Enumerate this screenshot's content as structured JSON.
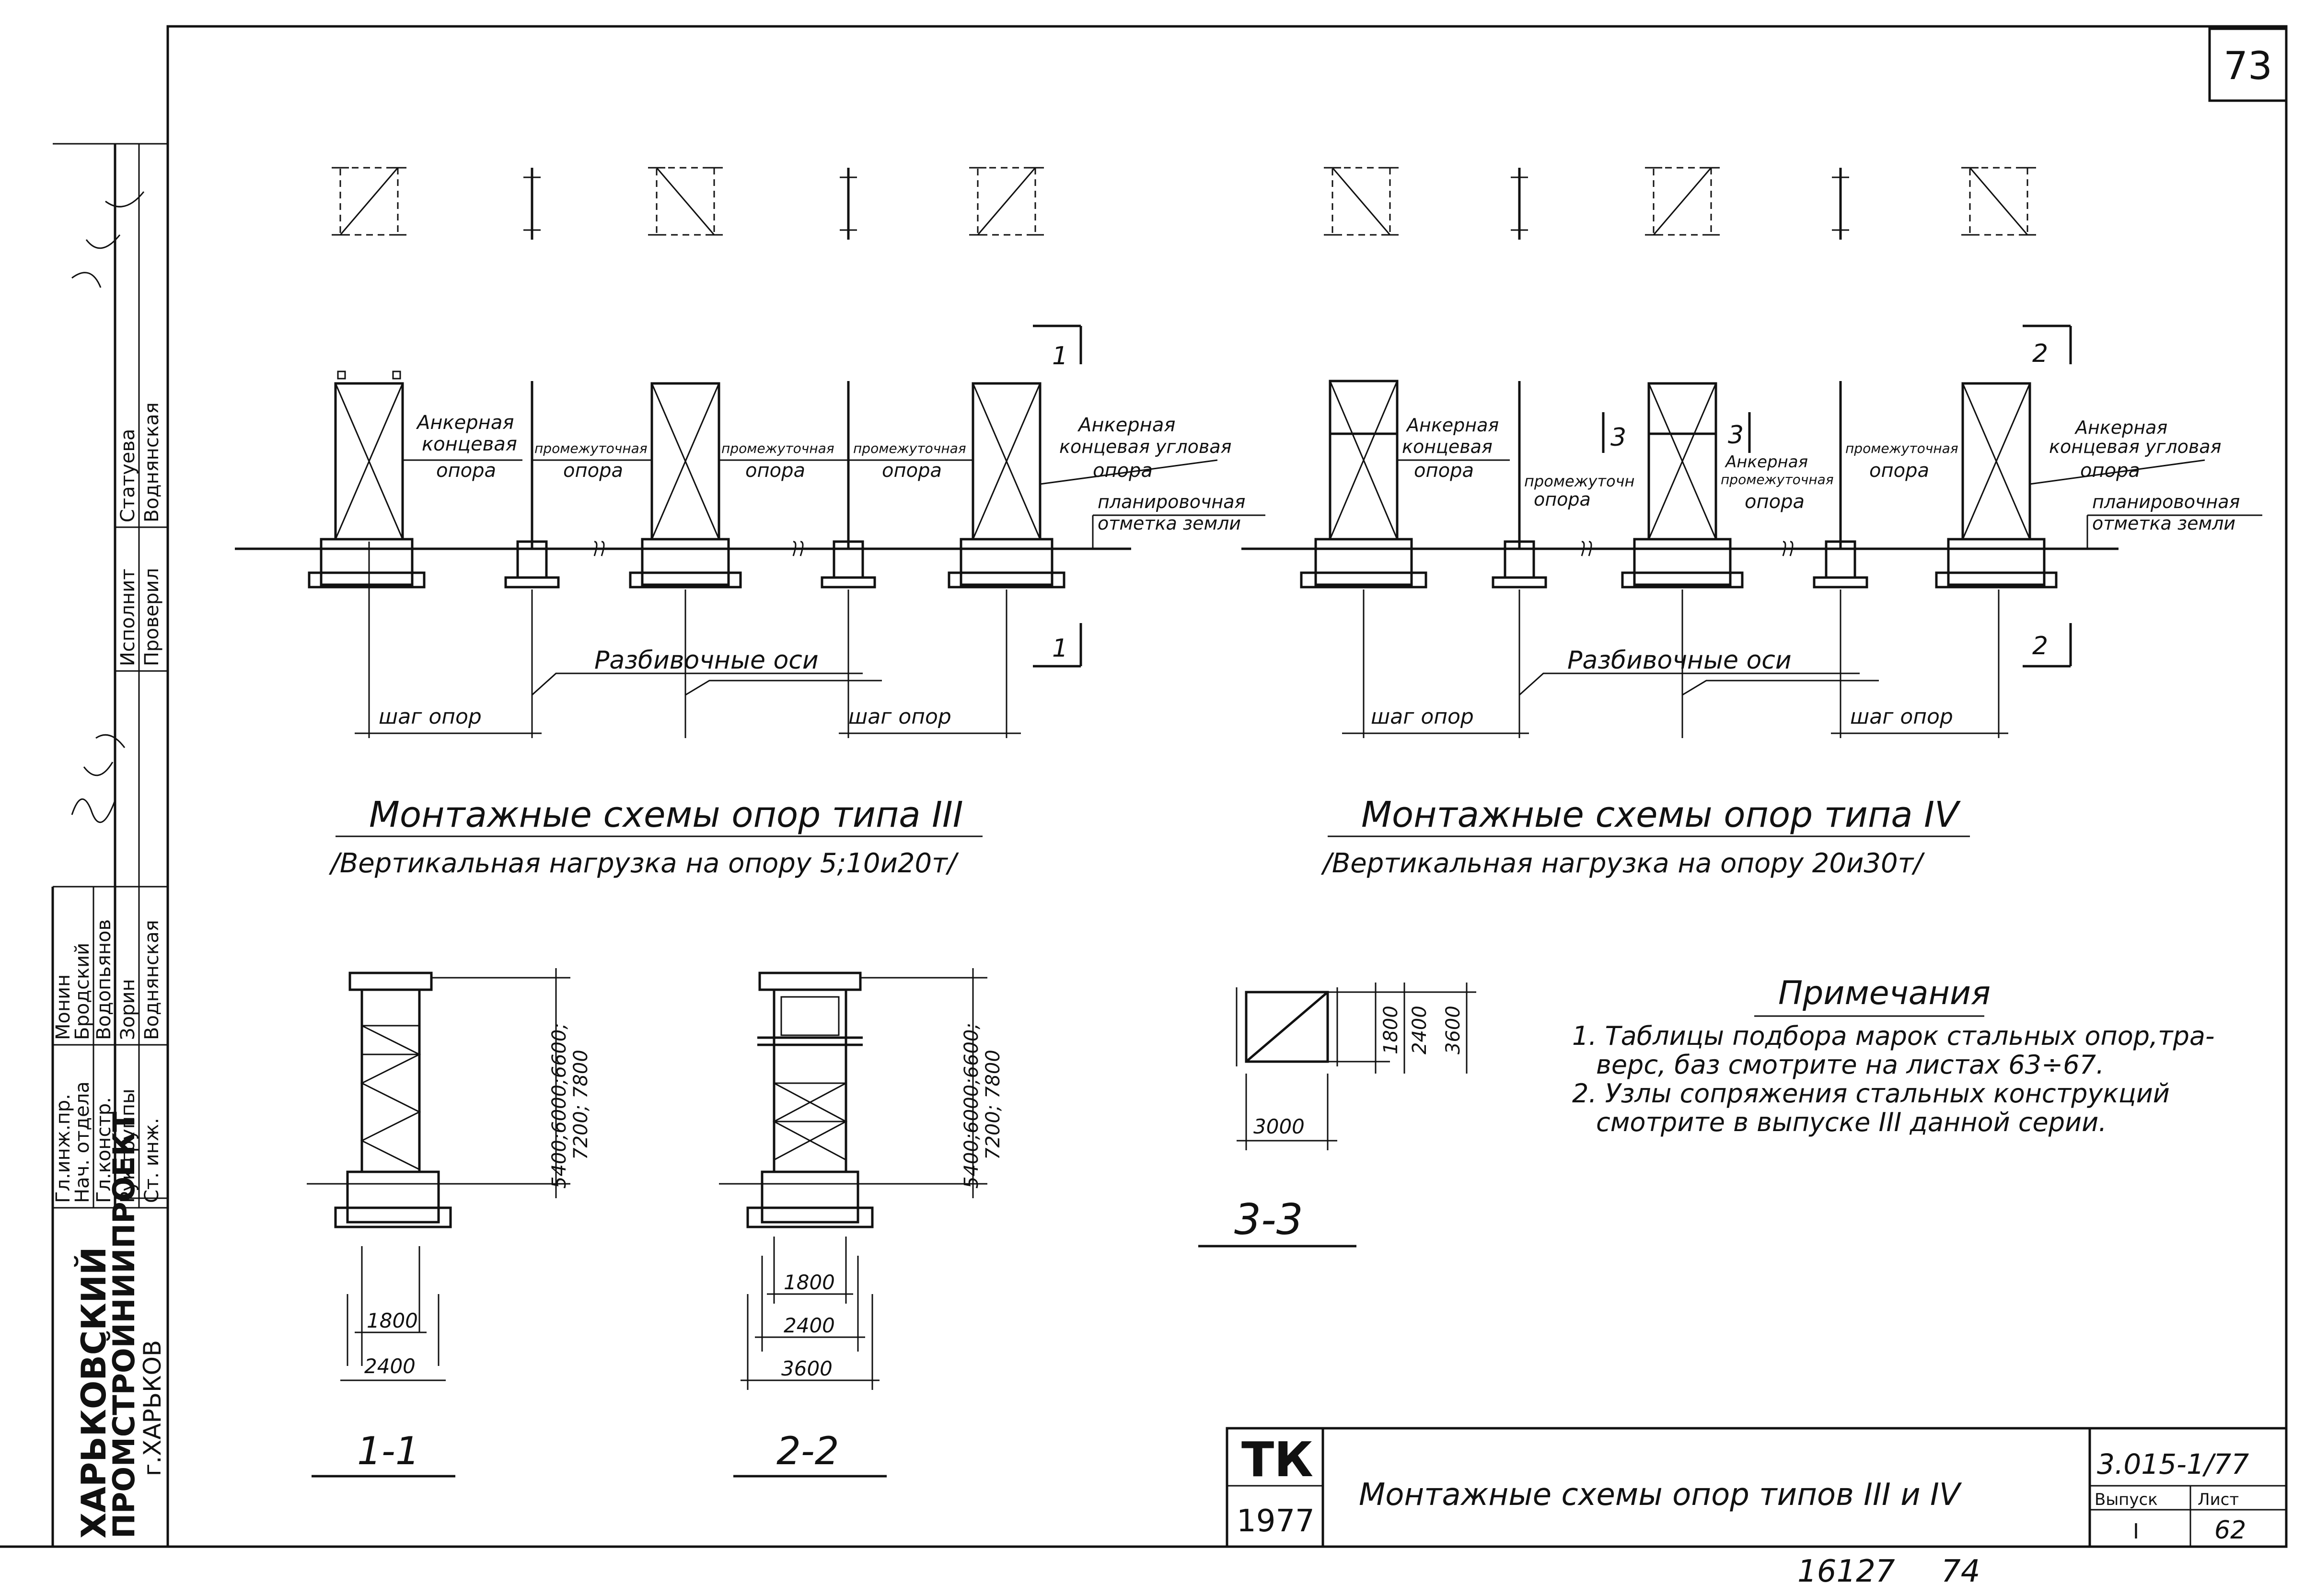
{
  "page_number": "73",
  "stamp": {
    "org_line1": "ХАРЬКОВСКИЙ",
    "org_line2": "ПРОМСТРОЙНИИПРОЕКТ",
    "org_line3": "г.ХАРЬКОВ",
    "roles": [
      "Гл.инж.пр.",
      "Нач. отдела",
      "Гл.констр.",
      "Рук.группы",
      "Ст. инж."
    ],
    "names": [
      "Монин",
      "Бродский",
      "Водопьянов",
      "Зорин",
      "Воднянская"
    ],
    "role_exec": "Исполнит",
    "role_check": "Проверил",
    "name_exec": "Статуева",
    "name_check": "Воднянская"
  },
  "scheme3": {
    "labels": {
      "anchor_end": [
        "Анкерная",
        "концевая",
        "опора"
      ],
      "intermediate": [
        "промежуточная",
        "опора"
      ],
      "intermediate2": [
        "промежуточная",
        "опора"
      ],
      "intermediate3": [
        "промежуточная",
        "опора"
      ],
      "anchor_corner": [
        "Анкерная",
        "концевая угловая",
        "опора"
      ],
      "ground": [
        "планировочная",
        "отметка земли"
      ],
      "axes": "Разбивочные оси",
      "step": "шаг опор",
      "section": "1"
    },
    "title": "Монтажные схемы опор типа III",
    "subtitle": "/Вертикальная нагрузка на опору 5;10и20т/"
  },
  "scheme4": {
    "labels": {
      "anchor_end": [
        "Анкерная",
        "концевая",
        "опора"
      ],
      "intermediate": [
        "промежуточн",
        "опора"
      ],
      "anchor_inter": [
        "Анкерная",
        "промежуточная",
        "опора"
      ],
      "intermediate2": [
        "промежуточная",
        "опора"
      ],
      "anchor_corner": [
        "Анкерная",
        "концевая угловая",
        "опора"
      ],
      "ground": [
        "планировочная",
        "отметка земли"
      ],
      "axes": "Разбивочные оси",
      "step": "шаг опор",
      "section": "2",
      "section3": "3"
    },
    "title": "Монтажные схемы опор типа IV",
    "subtitle": "/Вертикальная нагрузка на опору 20и30т/"
  },
  "section11": {
    "dims": [
      "1800",
      "2400"
    ],
    "height": [
      "5400;6000;6600;",
      "7200; 7800"
    ],
    "caption": "1-1"
  },
  "section22": {
    "dims": [
      "1800",
      "2400",
      "3600"
    ],
    "height": [
      "5400;6000;6600;",
      "7200; 7800"
    ],
    "caption": "2-2"
  },
  "section33": {
    "dims_v": [
      "1800",
      "2400",
      "3600"
    ],
    "dim_h": "3000",
    "caption": "3-3"
  },
  "notes": {
    "title": "Примечания",
    "items": [
      "1. Таблицы подбора марок стальных опор,тра-",
      "верс, баз смотрите на листах 63÷67.",
      "2. Узлы сопряжения стальных конструкций",
      "смотрите в выпуске III данной серии."
    ]
  },
  "title_block": {
    "logo": "ТК",
    "year": "1977",
    "title": "Монтажные схемы опор типов III и IV",
    "code": "3.015-1/77",
    "issue_label": "Выпуск",
    "issue_value": "I",
    "sheet_label": "Лист",
    "sheet_value": "62"
  },
  "footer_handwritten": [
    "16127",
    "74"
  ]
}
